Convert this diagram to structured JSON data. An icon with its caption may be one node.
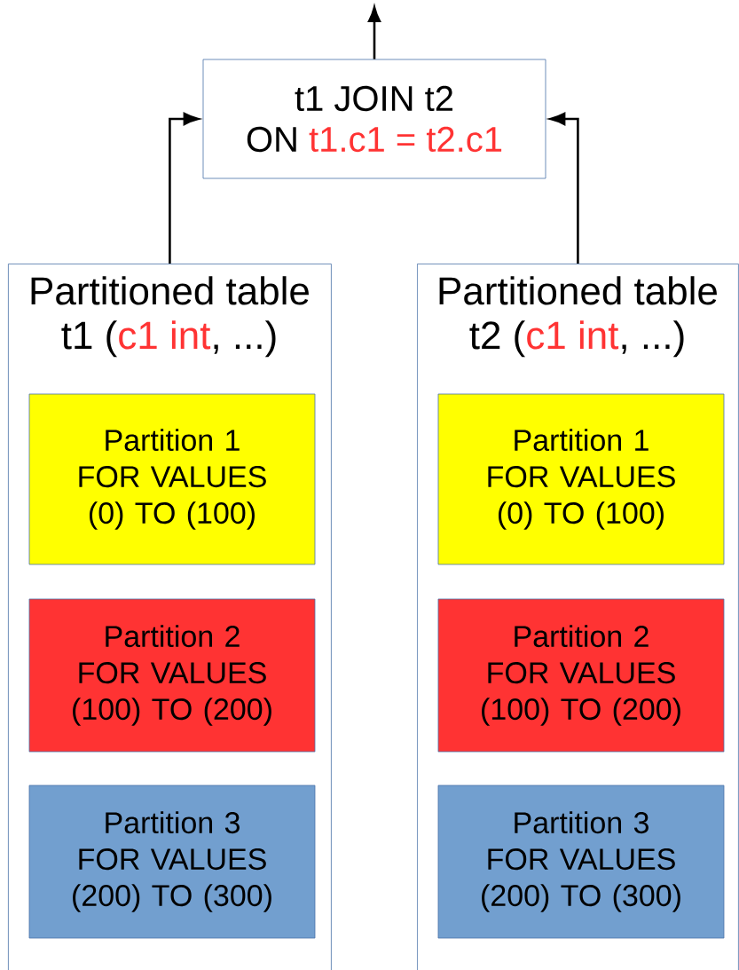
{
  "diagram": {
    "nodes": [
      {
        "text": [
          "t1 JOIN t2",
          "ON",
          "t1.c1 = t2.c1"
        ]
      },
      {
        "text": [
          "Partitioned table",
          "t1 (",
          "c1 int",
          ", ...)"
        ]
      },
      {
        "text": [
          "Partition 1",
          "FOR VALUES (0) TO (100)"
        ],
        "in": 1
      },
      {
        "text": [
          "Partition 2",
          "FOR VALUES (100) TO (200)"
        ],
        "in": 1
      },
      {
        "text": [
          "Partition 3",
          "FOR VALUES (200) TO (300)"
        ],
        "in": 1
      },
      {
        "text": [
          "Partitioned table",
          "t2 (",
          "c1 int",
          ", ...)"
        ]
      },
      {
        "text": [
          "Partition 1",
          "FOR VALUES (0) TO (100)"
        ],
        "in": 5
      },
      {
        "text": [
          "Partition 2",
          "FOR VALUES (100) TO (200)"
        ],
        "in": 5
      },
      {
        "text": [
          "Partition 3",
          "FOR VALUES (200) TO (300)"
        ],
        "in": 5
      }
    ],
    "edges": [
      {
        "from": 1,
        "to": 0,
        "arrow": "to"
      },
      {
        "from": 5,
        "to": 0,
        "arrow": "to"
      },
      {
        "from": 0,
        "to": null,
        "arrow": "to"
      }
    ]
  }
}
